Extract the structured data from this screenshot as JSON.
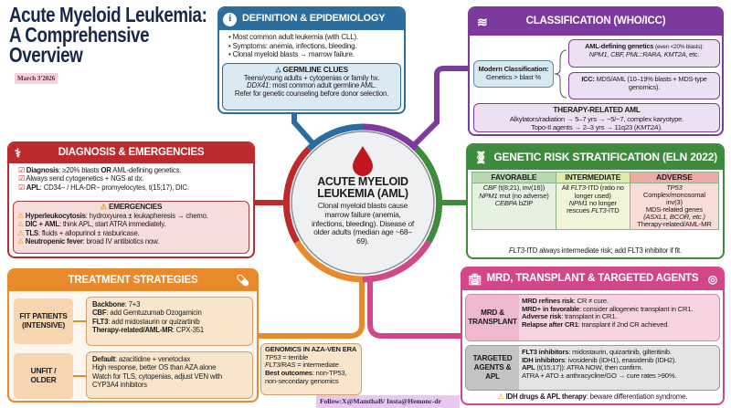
{
  "title": {
    "line1": "Acute Myeloid Leukemia:",
    "line2": "A Comprehensive",
    "line3": "Overview",
    "date": "March 3'2026"
  },
  "colors": {
    "definition": "#2a6d9e",
    "classification": "#7b3a9c",
    "diagnosis": "#bd2a2e",
    "genetic": "#3e8b3e",
    "treatment": "#e8892b",
    "mrd": "#d2478a",
    "title": "#17294a"
  },
  "definition": {
    "header": "DEFINITION & EPIDEMIOLOGY",
    "icon": "info-icon",
    "bullets": [
      "Most common adult leukemia (with CLL).",
      "Symptoms: anemia, infections, bleeding.",
      "Clonal myeloid blasts → marrow failure."
    ],
    "germline": {
      "title": "GERMLINE CLUES",
      "icon": "hierarchy-icon",
      "line1": "Teens/young adults + cytopenias or family hx.",
      "line2_gene": "DDX41",
      "line2_rest": ": most common adult germline AML.",
      "line3": "Refer for genetic counseling before donor selection."
    }
  },
  "classification": {
    "header": "CLASSIFICATION (WHO/ICC)",
    "icon": "layers-icon",
    "modern_title": "Modern Classification:",
    "modern_text": "Genetics > blast %",
    "aml_def_title": "AML-defining genetics",
    "aml_def_note": "(even <20% blasts):",
    "aml_def_genes": "NPM1, CBF, PML::RARA, KMT2A,",
    "aml_def_etc": "etc.",
    "icc_title": "ICC:",
    "icc_text": "MDS/AML (10–19% blasts + MDS-type genomics).",
    "therapy_title": "THERAPY-RELATED AML",
    "therapy_line1": "Alkylators/radiation → 5–7 yrs → −5/−7, complex karyotype.",
    "therapy_line2a": "Topo-II agents → 2–3 yrs → 11q23 (",
    "therapy_line2_gene": "KMT2A",
    "therapy_line2b": ")."
  },
  "diagnosis": {
    "header": "DIAGNOSIS & EMERGENCIES",
    "icon": "stethoscope-icon",
    "items": [
      {
        "bold": "Diagnosis",
        "text": ": ≥20% blasts ",
        "bold2": "OR",
        "text2": " AML-defining genetics."
      },
      {
        "bold": "",
        "text": "Always send cytogenetics + NGS at dx.",
        "bold2": "",
        "text2": ""
      },
      {
        "bold": "APL",
        "text": ": CD34− / HLA-DR− promyelocytes, t(15;17), DIC.",
        "bold2": "",
        "text2": ""
      }
    ],
    "emergencies_title": "EMERGENCIES",
    "emergencies": [
      {
        "bold": "Hyperleukocytosis",
        "text": ": hydroxyurea ± leukapheresis → chemo."
      },
      {
        "bold": "DIC + AML",
        "text": ": think APL, start ATRA immediately."
      },
      {
        "bold": "TLS",
        "text": ": fluids + allopurinol ± rasburicase."
      },
      {
        "bold": "Neutropenic fever",
        "text": ": broad IV antibiotics now."
      }
    ]
  },
  "center": {
    "title1": "ACUTE MYELOID",
    "title2": "LEUKEMIA (AML)",
    "text": "Clonal myeloid blasts cause marrow failure (anemia, infections, bleeding). Disease of older adults (median age ~68–69).",
    "icon": "blood-drop-icon"
  },
  "genetic": {
    "header": "GENETIC RISK STRATIFICATION (ELN 2022)",
    "icon": "dna-icon",
    "columns": [
      "FAVORABLE",
      "INTERMEDIATE",
      "ADVERSE"
    ],
    "favorable": [
      {
        "i": "CBF",
        "t": " (t(8;21), inv(16))"
      },
      {
        "i": "NPM1",
        "t": " mut (no adverse)"
      },
      {
        "i": "CEBPA",
        "t": " bZIP"
      }
    ],
    "intermediate": [
      {
        "t": "All ",
        "i": "FLT3",
        "t2": "-ITD (ratio no longer used)"
      },
      {
        "t": "",
        "i": "NPM1",
        "t2": " no longer rescues "
      },
      {
        "t": "",
        "i": "FLT3",
        "t2": "-ITD"
      }
    ],
    "adverse": [
      "TP53",
      "Complex/monosomal",
      "inv(3)",
      "MDS-related genes",
      "(ASXL1, BCOR, etc.)",
      "Therapy-related/AML-MR"
    ],
    "footer_gene": "FLT3",
    "footer_text": "-ITD always intermediate risk; add FLT3 inhibitor if fit."
  },
  "treatment": {
    "header": "TREATMENT STRATEGIES",
    "icon": "pill-icon",
    "fit_label": "FIT PATIENTS (INTENSIVE)",
    "fit": [
      {
        "b": "Backbone",
        "t": ": 7+3"
      },
      {
        "b": "CBF",
        "t": ": add Gemtuzumab Ozogamicin"
      },
      {
        "b": "FLT3",
        "t": ": add midostaurin or quizartinib"
      },
      {
        "b": "Therapy-related/AML-MR",
        "t": ": CPX-351"
      }
    ],
    "unfit_label": "UNFIT / OLDER",
    "unfit": [
      {
        "b": "Default",
        "t": ": azacitidine + venetoclax"
      },
      {
        "b": "",
        "t": "High response, better OS than AZA alone"
      },
      {
        "b": "",
        "t": "Watch for TLS, cytopenias, adjust VEN with CYP3A4 inhibitors"
      }
    ]
  },
  "genomics": {
    "title": "GENOMICS IN AZA-VEN ERA",
    "l1_gene": "TP53",
    "l1": " = terrible",
    "l2_gene": "FLT3/RAS",
    "l2": " = intermediate",
    "l3_bold": "Best outcomes",
    "l3": ": non-TP53, non-secondary genomics"
  },
  "mrd": {
    "header": "MRD, TRANSPLANT & TARGETED AGENTS",
    "icon_left": "hospital-icon",
    "icon_right": "target-icon",
    "mrd_label": "MRD & TRANSPLANT",
    "mrd_items": [
      {
        "b": "MRD refines risk",
        "t": ": CR ≠ cure."
      },
      {
        "b": "MRD+ in favorable",
        "t": ": consider allogeneic transplant in CR1."
      },
      {
        "b": "Adverse risk",
        "t": ": transplant in CR1."
      },
      {
        "b": "Relapse after CR1",
        "t": ": transplant if 2nd CR achieved."
      }
    ],
    "targeted_label": "TARGETED AGENTS & APL",
    "targeted_items": [
      {
        "b": "FLT3 inhibitors",
        "t": ": midostaurin, quizartinib, gilteritinib."
      },
      {
        "b": "IDH inhibitors",
        "t": ": ivosidenib (IDH1), enasidenib (IDH2)."
      },
      {
        "b": "APL",
        "t": " (t(15;17)): ATRA NOW, then confirm."
      },
      {
        "b": "",
        "t": "ATRA + ATO ± anthracycline/GO → cure rates >90%."
      }
    ],
    "warning_bold": "IDH drugs & APL therapy",
    "warning_text": ": beware differentiation syndrome."
  },
  "footer": {
    "credit": "Follow:X@MamthaB/ Insta@Hemonc-dr"
  }
}
